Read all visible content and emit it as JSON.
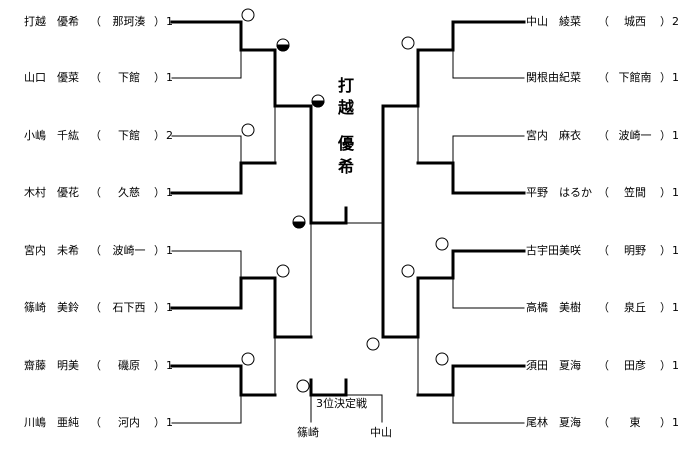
{
  "left_entries": [
    {
      "name": "打越　優希",
      "open": "（",
      "team": "那珂湊",
      "close": "）",
      "score": "1"
    },
    {
      "name": "山口　優菜",
      "open": "（",
      "team": "下館",
      "close": "）",
      "score": "1"
    },
    {
      "name": "小嶋　千紘",
      "open": "（",
      "team": "下館",
      "close": "）",
      "score": "2"
    },
    {
      "name": "木村　優花",
      "open": "（",
      "team": "久慈",
      "close": "）",
      "score": "1"
    },
    {
      "name": "宮内　未希",
      "open": "（",
      "team": "波崎一",
      "close": "）",
      "score": "1"
    },
    {
      "name": "篠崎　美鈴",
      "open": "（",
      "team": "石下西",
      "close": "）",
      "score": "1"
    },
    {
      "name": "齋藤　明美",
      "open": "（",
      "team": "磯原",
      "close": "）",
      "score": "1"
    },
    {
      "name": "川嶋　亜純",
      "open": "（",
      "team": "河内",
      "close": "）",
      "score": "1"
    }
  ],
  "right_entries": [
    {
      "name": "中山　綾菜",
      "open": "（",
      "team": "城西",
      "close": "）",
      "score": "2"
    },
    {
      "name": "関根由紀菜",
      "open": "（",
      "team": "下館南",
      "close": "）",
      "score": "1"
    },
    {
      "name": "宮内　麻衣",
      "open": "（",
      "team": "波崎一",
      "close": "）",
      "score": "1"
    },
    {
      "name": "平野　はるか",
      "open": "（",
      "team": "笠間",
      "close": "）",
      "score": "1"
    },
    {
      "name": "古宇田美咲",
      "open": "（",
      "team": "明野",
      "close": "）",
      "score": "1"
    },
    {
      "name": "高橋　美樹",
      "open": "（",
      "team": "泉丘",
      "close": "）",
      "score": "1"
    },
    {
      "name": "須田　夏海",
      "open": "（",
      "team": "田彦",
      "close": "）",
      "score": "1"
    },
    {
      "name": "尾林　夏海",
      "open": "（",
      "team": "東",
      "close": "）",
      "score": "1"
    }
  ],
  "champion": {
    "line1": "打",
    "line2": "越",
    "line3": "優",
    "line4": "希"
  },
  "third_place": {
    "title": "3位決定戦",
    "left": "篠崎",
    "right": "中山"
  },
  "colors": {
    "line": "#000000",
    "background": "#ffffff"
  }
}
